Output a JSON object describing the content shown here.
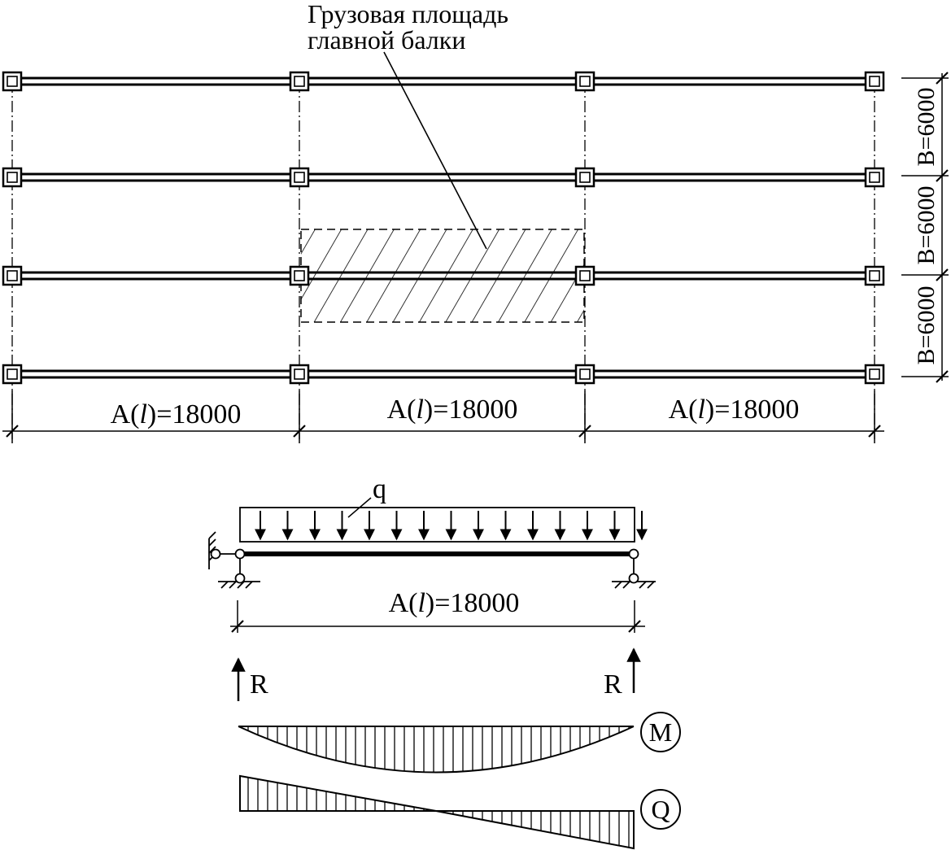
{
  "callout": {
    "line1": "Грузовая площадь",
    "line2": "главной балки"
  },
  "plan": {
    "span_label_prefix": "A(",
    "span_label_var": "l",
    "span_label_suffix": ")=18000",
    "spacing_label": "B=6000"
  },
  "beam": {
    "load_label": "q",
    "span_label_prefix": "A(",
    "span_label_var": "l",
    "span_label_suffix": ")=18000",
    "reaction_label": "R"
  },
  "diagrams": {
    "moment_label": "M",
    "shear_label": "Q"
  }
}
